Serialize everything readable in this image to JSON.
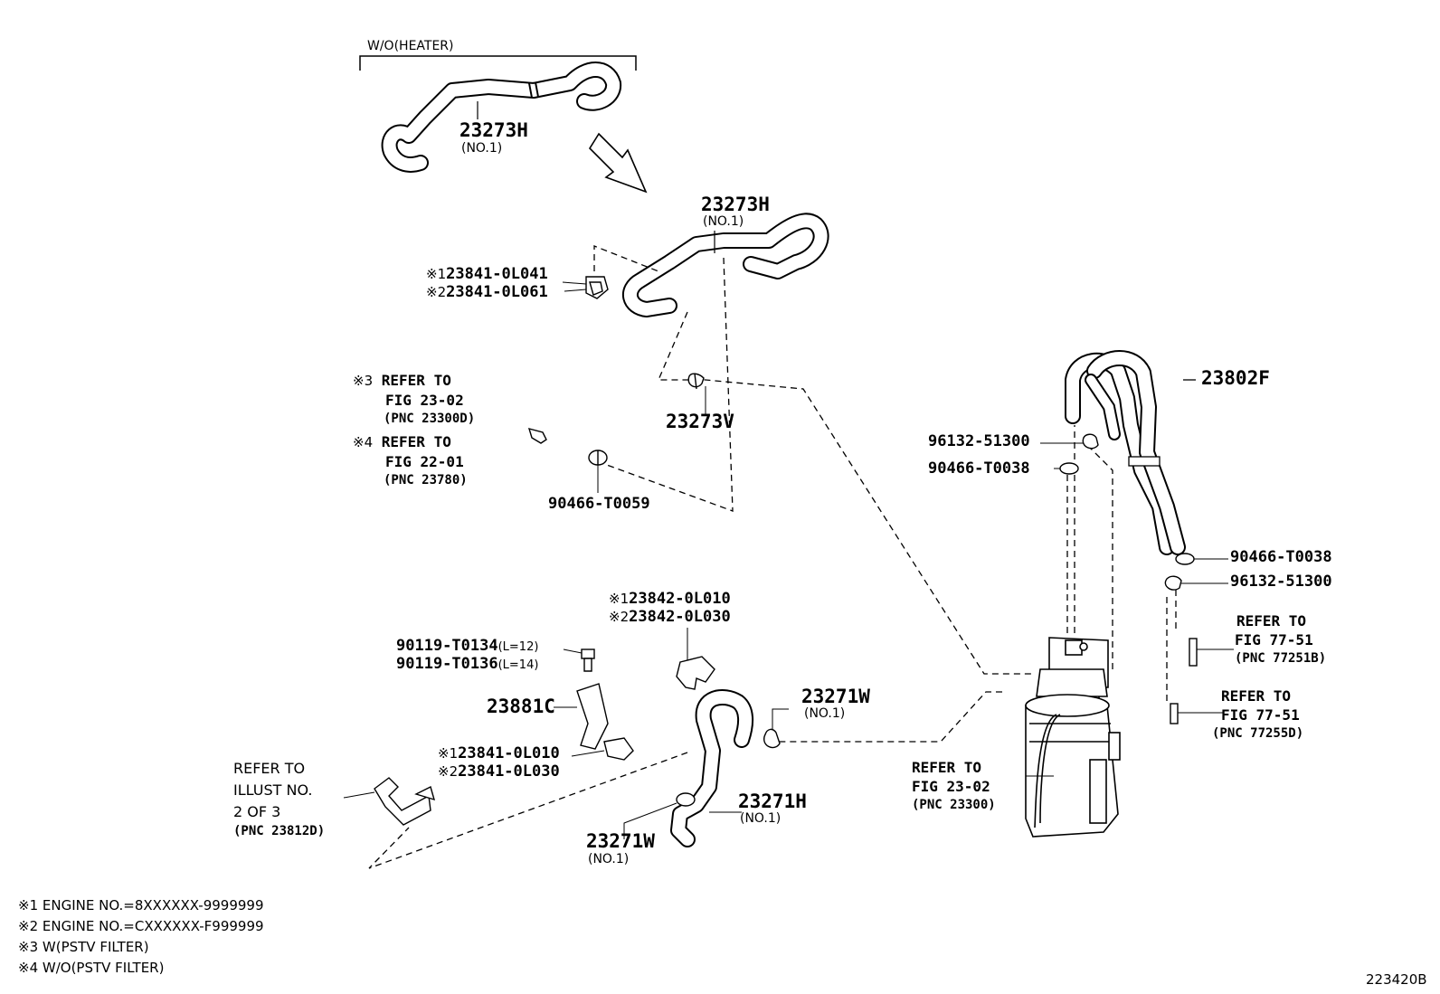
{
  "header": {
    "wo_heater": "W/O(HEATER)"
  },
  "parts": {
    "hose_no1_top": "23273H",
    "hose_no1_top_sub": "(NO.1)",
    "hose_no1_main": "23273H",
    "hose_no1_main_sub": "(NO.1)",
    "clamp_23841_a": {
      "mark": "※1",
      "number": "23841-0L041"
    },
    "clamp_23841_b": {
      "mark": "※2",
      "number": "23841-0L061"
    },
    "clamp_23273v": "23273V",
    "refer_pstv": {
      "mark": "※3",
      "line1": "REFER TO",
      "line2": "FIG 23-02",
      "line3": "(PNC 23300D)"
    },
    "refer_wo_pstv": {
      "mark": "※4",
      "line1": "REFER TO",
      "line2": "FIG 22-01",
      "line3": "(PNC 23780)"
    },
    "clip_90466_t0059": "90466-T0059",
    "hose_23802f": "23802F",
    "clamp_96132_top": "96132-51300",
    "clip_90466_t0038_top": "90466-T0038",
    "clip_90466_t0038_right": "90466-T0038",
    "clamp_96132_right": "96132-51300",
    "refer_77251b": {
      "line1": "REFER TO",
      "line2": "FIG 77-51",
      "line3": "(PNC 77251B)"
    },
    "refer_77255d": {
      "line1": "REFER TO",
      "line2": "FIG 77-51",
      "line3": "(PNC 77255D)"
    },
    "clamp_23842_a": {
      "mark": "※1",
      "number": "23842-0L010"
    },
    "clamp_23842_b": {
      "mark": "※2",
      "number": "23842-0L030"
    },
    "bolt_a": {
      "number": "90119-T0134",
      "len": "(L=12)"
    },
    "bolt_b": {
      "number": "90119-T0136",
      "len": "(L=14)"
    },
    "bracket_23881c": "23881C",
    "clamp_23841_c": {
      "mark": "※1",
      "number": "23841-0L010"
    },
    "clamp_23841_d": {
      "mark": "※2",
      "number": "23841-0L030"
    },
    "refer_illust": {
      "line1": "REFER TO",
      "line2": "ILLUST NO.",
      "line3": "2 OF 3",
      "line4": "(PNC 23812D)"
    },
    "clip_23271w_top": "23271W",
    "clip_23271w_top_sub": "(NO.1)",
    "hose_23271h": "23271H",
    "hose_23271h_sub": "(NO.1)",
    "clip_23271w_bottom": "23271W",
    "clip_23271w_bottom_sub": "(NO.1)",
    "refer_fuel_filter": {
      "line1": "REFER TO",
      "line2": "FIG 23-02",
      "line3": "(PNC 23300)"
    }
  },
  "notes": [
    "※1 ENGINE NO.=8XXXXXX-9999999",
    "※2 ENGINE NO.=CXXXXXX-F999999",
    "※3 W(PSTV FILTER)",
    "※4 W/O(PSTV FILTER)"
  ],
  "illustration_id": "223420B"
}
